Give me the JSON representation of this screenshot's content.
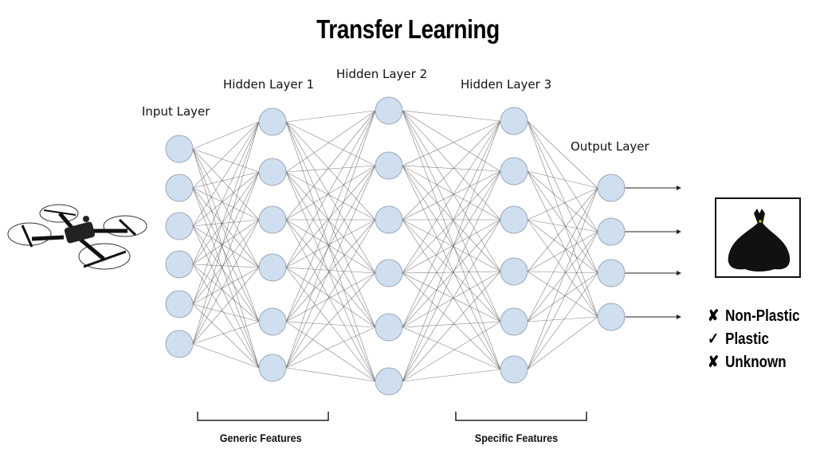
{
  "title": "Transfer Learning",
  "layers": [
    {
      "label": "Input Layer",
      "nodes": 6
    },
    {
      "label": "Hidden Layer 1",
      "nodes": 6
    },
    {
      "label": "Hidden Layer 2",
      "nodes": 6
    },
    {
      "label": "Hidden Layer 3",
      "nodes": 6
    },
    {
      "label": "Output Layer",
      "nodes": 4
    }
  ],
  "brackets": {
    "generic": "Generic Features",
    "specific": "Specific Features"
  },
  "results": [
    {
      "label": "Non-Plastic",
      "mark": "✘"
    },
    {
      "label": "Plastic",
      "mark": "✓"
    },
    {
      "label": "Unknown",
      "mark": "✘"
    }
  ],
  "colors": {
    "node_fill": "#cfdff0",
    "node_stroke": "#9aa8b8",
    "edge": "#555555"
  }
}
